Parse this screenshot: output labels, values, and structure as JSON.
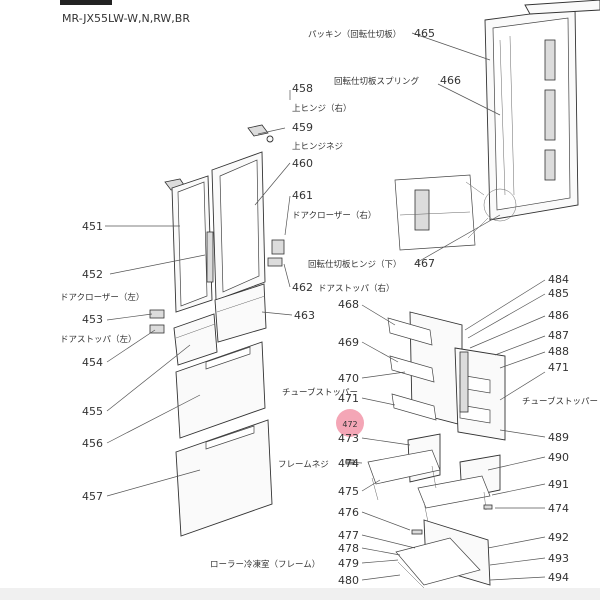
{
  "model": "MR-JX55LW-W,N,RW,BR",
  "highlight": {
    "number": "472",
    "color": "#f4a6b6"
  },
  "callouts": [
    {
      "id": "451",
      "num": "451",
      "label": ""
    },
    {
      "id": "452",
      "num": "452",
      "label": ""
    },
    {
      "id": "453",
      "num": "453",
      "label": "ドアクローザー（左）"
    },
    {
      "id": "454",
      "num": "454",
      "label": "ドアストッパ（左）"
    },
    {
      "id": "455",
      "num": "455",
      "label": ""
    },
    {
      "id": "456",
      "num": "456",
      "label": ""
    },
    {
      "id": "457",
      "num": "457",
      "label": ""
    },
    {
      "id": "458",
      "num": "458",
      "label": "上ヒンジ（右）"
    },
    {
      "id": "459",
      "num": "459",
      "label": "上ヒンジネジ"
    },
    {
      "id": "460",
      "num": "460",
      "label": ""
    },
    {
      "id": "461",
      "num": "461",
      "label": "ドアクローザー（右）"
    },
    {
      "id": "462",
      "num": "462",
      "label": "ドアストッパ（右）"
    },
    {
      "id": "463",
      "num": "463",
      "label": ""
    },
    {
      "id": "465",
      "num": "465",
      "label": "パッキン（回転仕切板）"
    },
    {
      "id": "466",
      "num": "466",
      "label": "回転仕切板スプリング"
    },
    {
      "id": "467",
      "num": "467",
      "label": "回転仕切板ヒンジ（下）"
    },
    {
      "id": "468",
      "num": "468",
      "label": ""
    },
    {
      "id": "469",
      "num": "469",
      "label": ""
    },
    {
      "id": "470",
      "num": "470",
      "label": ""
    },
    {
      "id": "471a",
      "num": "471",
      "label": "チューブストッパー"
    },
    {
      "id": "471b",
      "num": "471",
      "label": "チューブストッパー"
    },
    {
      "id": "473",
      "num": "473",
      "label": ""
    },
    {
      "id": "474a",
      "num": "474",
      "label": "フレームネジ"
    },
    {
      "id": "474b",
      "num": "474",
      "label": ""
    },
    {
      "id": "475",
      "num": "475",
      "label": ""
    },
    {
      "id": "476",
      "num": "476",
      "label": ""
    },
    {
      "id": "477",
      "num": "477",
      "label": ""
    },
    {
      "id": "478",
      "num": "478",
      "label": ""
    },
    {
      "id": "479",
      "num": "479",
      "label": "ローラー冷凍室（フレーム）"
    },
    {
      "id": "480",
      "num": "480",
      "label": ""
    },
    {
      "id": "484",
      "num": "484",
      "label": ""
    },
    {
      "id": "485",
      "num": "485",
      "label": ""
    },
    {
      "id": "486",
      "num": "486",
      "label": ""
    },
    {
      "id": "487",
      "num": "487",
      "label": ""
    },
    {
      "id": "488",
      "num": "488",
      "label": ""
    },
    {
      "id": "489",
      "num": "489",
      "label": ""
    },
    {
      "id": "490",
      "num": "490",
      "label": ""
    },
    {
      "id": "491",
      "num": "491",
      "label": ""
    },
    {
      "id": "492",
      "num": "492",
      "label": ""
    },
    {
      "id": "493",
      "num": "493",
      "label": ""
    },
    {
      "id": "494",
      "num": "494",
      "label": ""
    }
  ]
}
